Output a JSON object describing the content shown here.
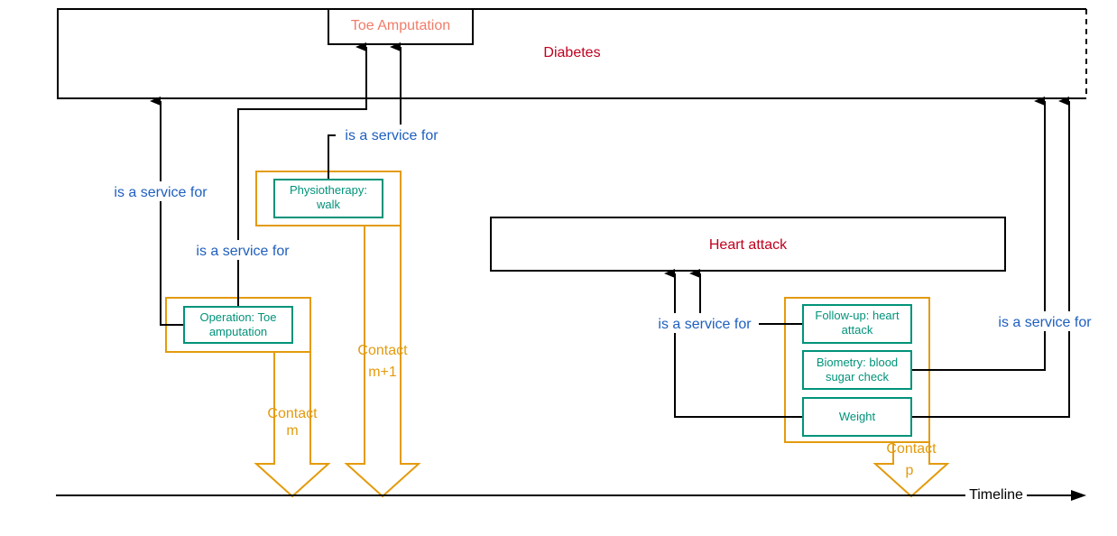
{
  "colors": {
    "service_label": "#1f5fbf",
    "condition_label": "#c0001e",
    "episode_label": "#f07c6a",
    "contact_outline": "#e39b0e",
    "service_box": "#00937a",
    "line": "#000000"
  },
  "conditions": {
    "diabetes": "Diabetes",
    "toe_amputation": "Toe Amputation",
    "heart_attack": "Heart attack"
  },
  "services": {
    "operation": [
      "Operation: Toe",
      "amputation"
    ],
    "physiotherapy": [
      "Physiotherapy:",
      "walk"
    ],
    "followup": [
      "Follow-up: heart",
      "attack"
    ],
    "biometry": [
      "Biometry: blood",
      "sugar check"
    ],
    "weight": [
      "Weight"
    ]
  },
  "relations": {
    "service_for": "is a service for"
  },
  "contacts": {
    "m": [
      "Contact",
      "m"
    ],
    "m1": [
      "Contact",
      "m+1"
    ],
    "p": [
      "Contact",
      "p"
    ]
  },
  "timeline": {
    "label": "Timeline"
  }
}
